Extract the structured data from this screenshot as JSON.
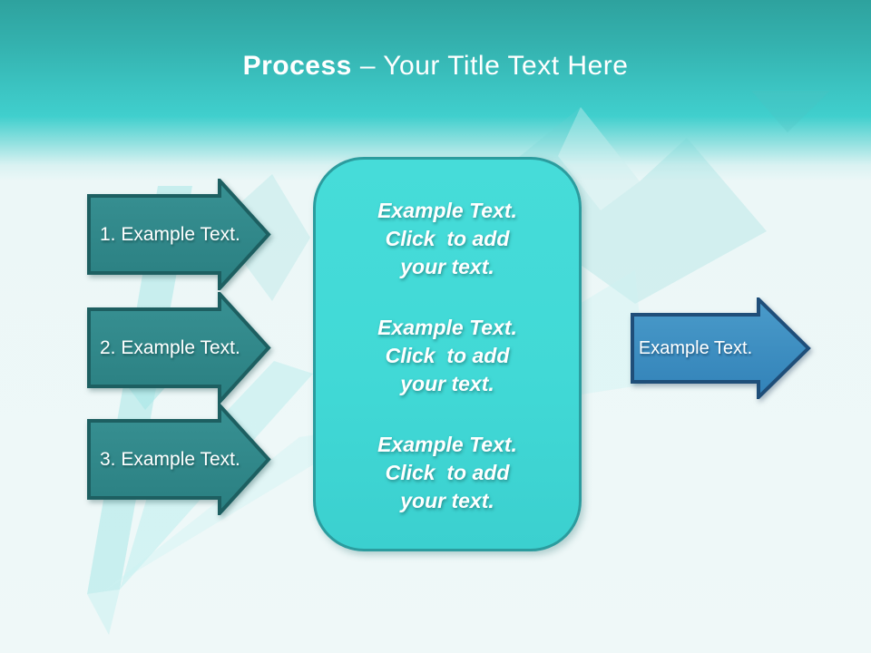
{
  "title": {
    "bold": "Process",
    "rest": "– Your Title Text Here"
  },
  "left_arrows": [
    {
      "label": "1. Example Text."
    },
    {
      "label": "2. Example Text."
    },
    {
      "label": "3. Example Text."
    }
  ],
  "center_box": {
    "items": [
      {
        "lines": [
          "Example Text.",
          "Click  to add",
          "your text."
        ]
      },
      {
        "lines": [
          "Example Text.",
          "Click  to add",
          "your text."
        ]
      },
      {
        "lines": [
          "Example Text.",
          "Click  to add",
          "your text."
        ]
      }
    ]
  },
  "right_arrow": {
    "label": "Example Text."
  },
  "colors": {
    "header_teal_top": "#2ea29e",
    "header_teal_bright": "#40cfcd",
    "body_background": "#eff8f8",
    "process_arrow_fill": "#2e8687",
    "process_arrow_border": "#1d5f61",
    "center_box_fill": "#41d9d6",
    "center_box_border": "#2b9c9e",
    "result_arrow_fill": "#3a8fc3",
    "result_arrow_border": "#1f4e79",
    "text_color": "#ffffff"
  }
}
